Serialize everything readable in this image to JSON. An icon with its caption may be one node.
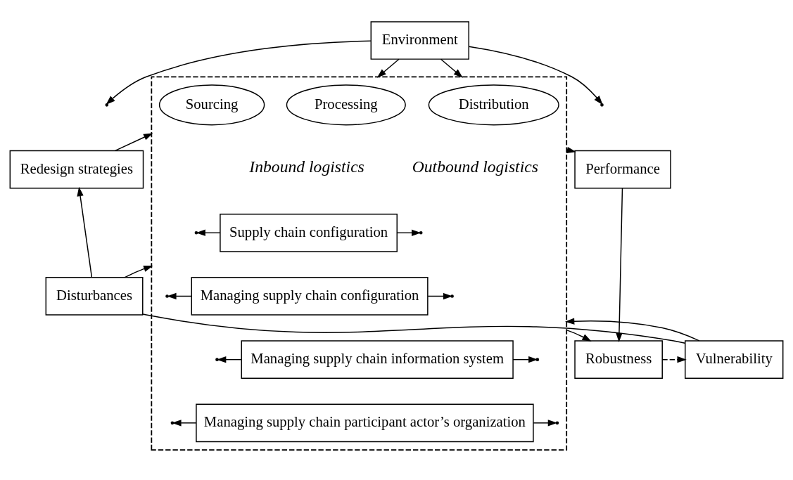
{
  "diagram": {
    "nodes": [
      {
        "text": [
          "Environment"
        ]
      },
      {
        "text": [],
        "shape": "box"
      },
      {
        "text": [
          "Sourcing"
        ],
        "in": 1
      },
      {
        "text": [
          "Processing"
        ],
        "in": 1
      },
      {
        "text": [
          "Distribution"
        ],
        "in": 1
      },
      {
        "text": [
          "Supply chain configuration"
        ],
        "in": 1
      },
      {
        "text": [
          "Managing supply chain configuration"
        ],
        "in": 1
      },
      {
        "text": [
          "Managing supply chain information system"
        ],
        "in": 1
      },
      {
        "text": [
          "Managing supply chain participant actor’s organization"
        ],
        "in": 1
      },
      {
        "text": [
          "Redesign strategies"
        ]
      },
      {
        "text": [
          "Disturbances"
        ]
      },
      {
        "text": [
          "Vulnerability"
        ]
      },
      {
        "text": [
          "Performance"
        ]
      },
      {
        "text": [
          "Robustness"
        ]
      }
    ],
    "edges": [
      {
        "from": 0,
        "to": null,
        "arrow": "to"
      },
      {
        "from": 0,
        "to": 1,
        "arrow": "to"
      },
      {
        "from": 0,
        "to": 1,
        "arrow": "to"
      },
      {
        "from": 0,
        "to": null,
        "arrow": "to"
      },
      {
        "from": 5,
        "to": null,
        "arrow": "to"
      },
      {
        "from": 5,
        "to": null,
        "arrow": "to"
      },
      {
        "from": 6,
        "to": null,
        "arrow": "to"
      },
      {
        "from": 6,
        "to": null,
        "arrow": "to"
      },
      {
        "from": 7,
        "to": null,
        "arrow": "to"
      },
      {
        "from": 7,
        "to": null,
        "arrow": "to"
      },
      {
        "from": 8,
        "to": null,
        "arrow": "to"
      },
      {
        "from": 8,
        "to": null,
        "arrow": "to"
      },
      {
        "from": 9,
        "to": 1,
        "arrow": "to"
      },
      {
        "from": 10,
        "to": 1,
        "arrow": "to"
      },
      {
        "from": 11,
        "to": 1,
        "arrow": "to"
      },
      {
        "from": 1,
        "to": 12,
        "arrow": "to"
      },
      {
        "from": 1,
        "to": 13,
        "arrow": "to"
      },
      {
        "from": 10,
        "to": 9,
        "arrow": "to"
      },
      {
        "from": 11,
        "to": 10,
        "arrow": "none"
      },
      {
        "from": 12,
        "to": 13,
        "arrow": "to"
      },
      {
        "from": 13,
        "to": 11,
        "arrow": "to",
        "style": "dashed"
      }
    ],
    "labels": [
      "Inbound logistics",
      "Outbound logistics"
    ]
  }
}
